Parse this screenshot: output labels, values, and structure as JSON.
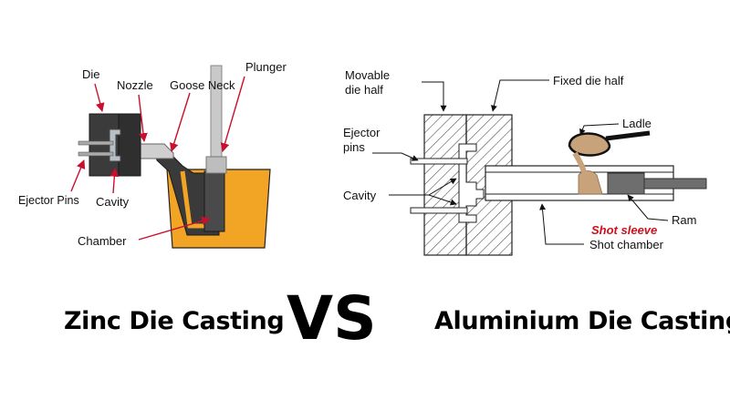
{
  "zinc": {
    "labels": {
      "die": "Die",
      "nozzle": "Nozzle",
      "goose_neck": "Goose Neck",
      "plunger": "Plunger",
      "ejector_pins": "Ejector Pins",
      "cavity": "Cavity",
      "chamber": "Chamber"
    },
    "title": "Zinc Die Casting"
  },
  "aluminium": {
    "labels": {
      "movable_die_half_1": "Movable",
      "movable_die_half_2": "die half",
      "fixed_die_half": "Fixed die half",
      "ejector_pins_1": "Ejector",
      "ejector_pins_2": "pins",
      "ladle": "Ladle",
      "cavity": "Cavity",
      "ram": "Ram",
      "shot_sleeve": "Shot sleeve",
      "shot_chamber": "Shot chamber"
    },
    "title": "Aluminium Die Casting"
  },
  "vs_text": "VS",
  "colors": {
    "molten_metal": "#f2a425",
    "die_dark": "#3a3a3a",
    "shot_sleeve_label": "#d0101c",
    "ladle_metal": "#c7a27a"
  }
}
